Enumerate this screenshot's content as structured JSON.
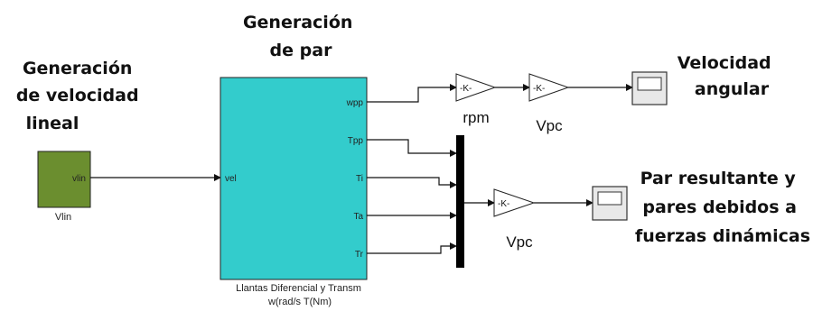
{
  "headings": {
    "velocity_generation": [
      "Generación",
      "de velocidad",
      "lineal"
    ],
    "torque_generation": [
      "Generación",
      "de par"
    ],
    "angular_velocity": [
      "Velocidad",
      "angular"
    ],
    "torque_results": [
      "Par resultante y",
      "pares debidos a",
      "fuerzas dinámicas"
    ]
  },
  "blocks": {
    "vlin_source": {
      "name": "Vlin",
      "out_port": "vlin",
      "color": "#6b8e2f"
    },
    "subsystem": {
      "name_lines": [
        "Llantas Diferencial y Transm",
        "w(rad/s T(Nm)"
      ],
      "in_port": "vel",
      "out_ports": [
        "wpp",
        "Tpp",
        "Ti",
        "Ta",
        "Tr"
      ],
      "color": "#33cccc"
    },
    "gain_rpm": {
      "text": "-K-",
      "label": "rpm"
    },
    "gain_vpc_top": {
      "text": "-K-",
      "label": "Vpc"
    },
    "gain_vpc_bottom": {
      "text": "-K-",
      "label": "Vpc"
    }
  },
  "icons": [
    "scope-icon",
    "mux-bar",
    "arrowhead"
  ],
  "colors": {
    "wire": "#111111",
    "gain_fill": "#ffffff",
    "scope_screen": "#ffffff"
  }
}
